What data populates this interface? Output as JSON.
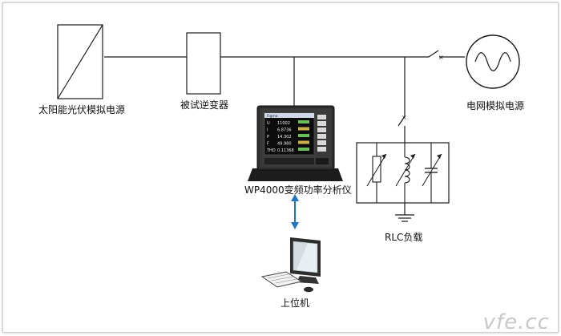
{
  "labels": {
    "pv_source": "太阳能光伏模拟电源",
    "inverter": "被试逆变器",
    "grid_source": "电网模拟电源",
    "analyzer": "WP4000变频功率分析仪",
    "load": "RLC负载",
    "host_pc": "上位机"
  },
  "screen": {
    "brand": "Figma",
    "rows": [
      {
        "k": "U",
        "v": "11002"
      },
      {
        "k": "I",
        "v": "6.8736"
      },
      {
        "k": "P",
        "v": "14.302"
      },
      {
        "k": "F",
        "v": "49.980"
      },
      {
        "k": "THD",
        "v": "0.11368"
      }
    ]
  },
  "watermark": "vfe.cc",
  "colors": {
    "line": "#1a1a1a",
    "link_arrow": "#1f77c4",
    "device_body": "#2b2b2b"
  }
}
